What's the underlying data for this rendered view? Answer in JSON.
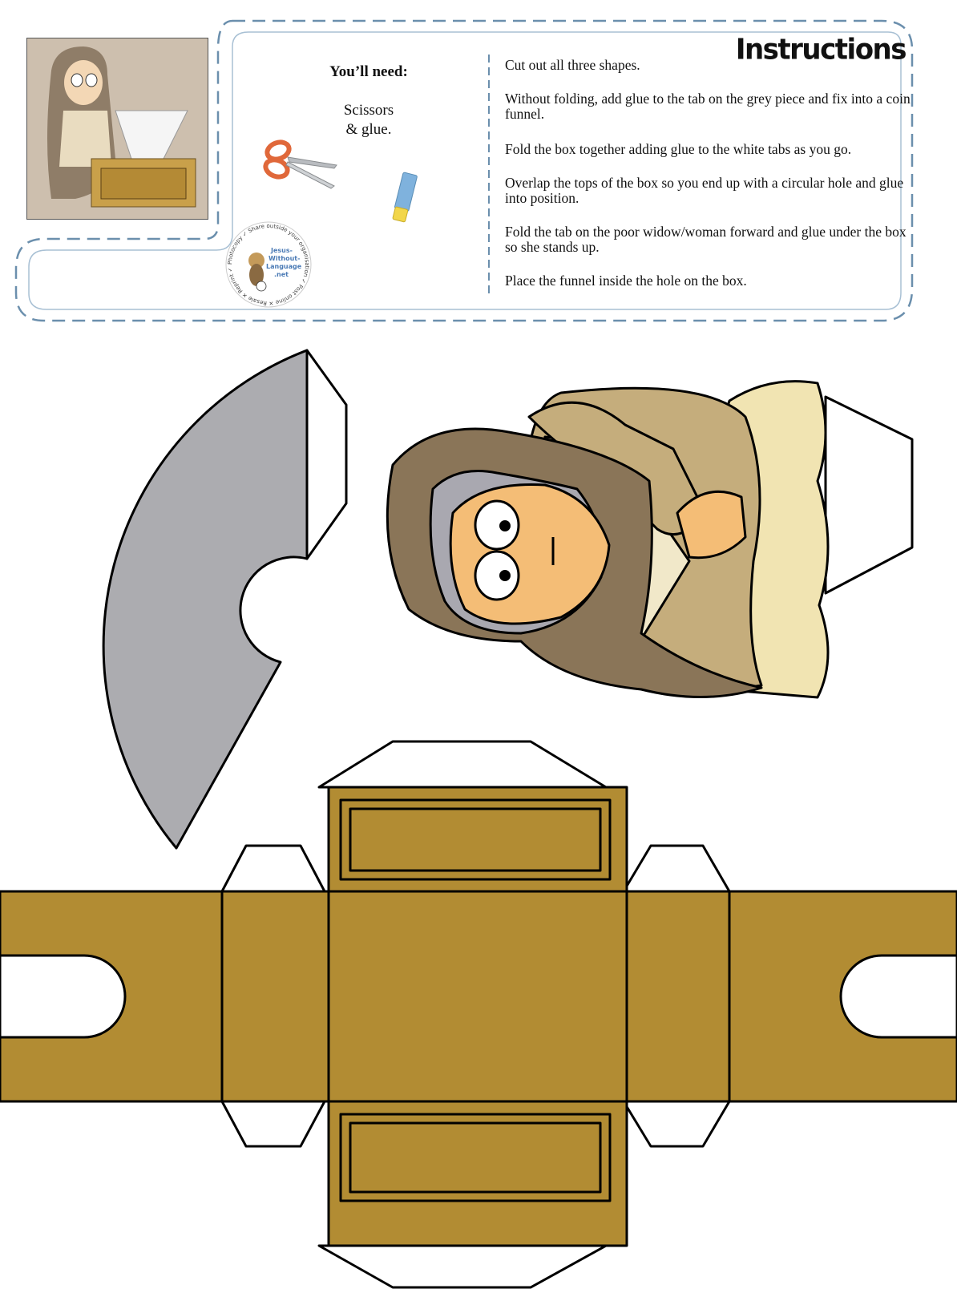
{
  "supplies": {
    "title": "You’ll need:",
    "line1": "Scissors",
    "line2": "& glue."
  },
  "instructions": {
    "title": "Instructions",
    "steps": [
      "Cut out all three shapes.",
      "Without folding, add glue to the tab on the grey piece and fix into a coin funnel.",
      "Fold the box together adding glue to the white tabs as you go.",
      "Overlap the tops of the box so you end up with a circular hole and glue into position.",
      "Fold the tab on the poor widow/woman forward and glue under the box so she stands up.",
      "Place the funnel inside the hole on the box."
    ]
  },
  "logo": {
    "center_text_1": "Jesus-",
    "center_text_2": "Without-",
    "center_text_3": "Language",
    "center_text_4": ".net",
    "ring_text": "Photocopy ✓ Share outside your organisation ✓ Post online ✕ Resale ✕ Reprint ✓"
  },
  "colors": {
    "dashed_border": "#6b8fad",
    "funnel_grey": "#acacb0",
    "box_gold": "#b28c33",
    "robe_tan": "#c5ad7c",
    "shawl_brown": "#8a7558",
    "skin": "#f4bd76",
    "dress_cream": "#f1e4b2"
  },
  "icons": [
    "scissors-icon",
    "glue-stick-icon"
  ]
}
